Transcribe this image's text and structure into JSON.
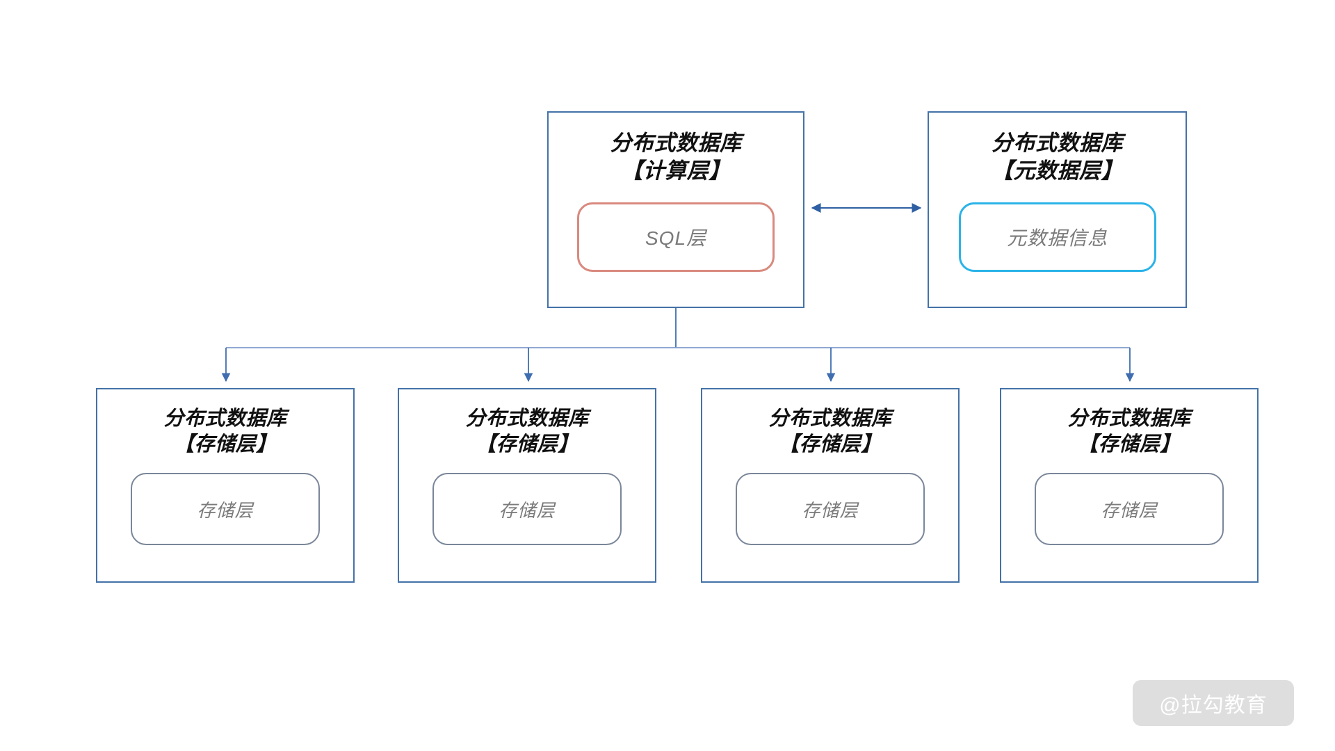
{
  "diagram": {
    "type": "architecture-tree",
    "background_color": "#ffffff",
    "colors": {
      "box_border": "#4472a8",
      "connector": "#3f6db0",
      "sql_pill_border": "#d9897e",
      "metadata_pill_border": "#2bb3e8",
      "storage_pill_border": "#7a8699",
      "title_text": "#111111",
      "pill_text": "#7a7a7a"
    },
    "top_nodes": [
      {
        "id": "compute-layer",
        "title": "分布式数据库\n【计算层】",
        "pill_label": "SQL层",
        "pill_style": "sql"
      },
      {
        "id": "metadata-layer",
        "title": "分布式数据库\n【元数据层】",
        "pill_label": "元数据信息",
        "pill_style": "metadata"
      }
    ],
    "storage_nodes": [
      {
        "id": "storage-layer-1",
        "title": "分布式数据库\n【存储层】",
        "pill_label": "存储层"
      },
      {
        "id": "storage-layer-2",
        "title": "分布式数据库\n【存储层】",
        "pill_label": "存储层"
      },
      {
        "id": "storage-layer-3",
        "title": "分布式数据库\n【存储层】",
        "pill_label": "存储层"
      },
      {
        "id": "storage-layer-4",
        "title": "分布式数据库\n【存储层】",
        "pill_label": "存储层"
      }
    ],
    "connections": [
      {
        "id": "compute-metadata-link",
        "from": "compute-layer",
        "to": "metadata-layer",
        "direction": "bidirectional",
        "label": ""
      },
      {
        "id": "compute-storage-fanout",
        "from": "compute-layer",
        "to": [
          "storage-layer-1",
          "storage-layer-2",
          "storage-layer-3",
          "storage-layer-4"
        ],
        "direction": "downward",
        "label": ""
      }
    ]
  },
  "watermark": {
    "text": "@拉勾教育"
  }
}
